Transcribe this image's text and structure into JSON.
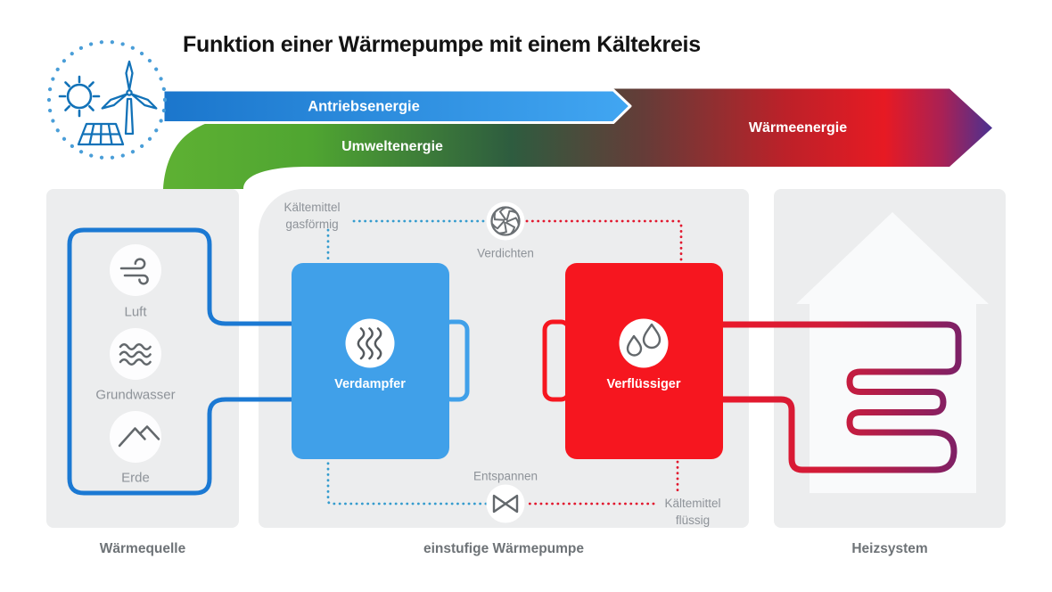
{
  "title": "Funktion einer Wärmepumpe mit einem Kältekreis",
  "badge": {
    "name": "renewable-energy-badge",
    "icons": [
      "sun-icon",
      "wind-turbine-icon",
      "solar-panel-icon"
    ]
  },
  "energy_flows": {
    "drive": "Antriebsenergie",
    "environment": "Umweltenergie",
    "heat": "Wärmeenergie"
  },
  "sections": {
    "source": {
      "caption": "Wärmequelle",
      "items": [
        {
          "label": "Luft",
          "icon": "wind-icon"
        },
        {
          "label": "Grundwasser",
          "icon": "groundwater-waves-icon"
        },
        {
          "label": "Erde",
          "icon": "mountain-icon"
        }
      ]
    },
    "heat_pump": {
      "caption": "einstufige Wärmepumpe",
      "evaporator": "Verdampfer",
      "evaporator_icon": "heat-waves-icon",
      "condenser": "Verflüssiger",
      "condenser_icon": "droplets-icon",
      "compress": "Verdichten",
      "compress_icon": "compressor-icon",
      "expand": "Entspannen",
      "expand_icon": "expansion-valve-icon",
      "refrigerant_gas_line1": "Kältemittel",
      "refrigerant_gas_line2": "gasförmig",
      "refrigerant_liquid_line1": "Kältemittel",
      "refrigerant_liquid_line2": "flüssig"
    },
    "heating": {
      "caption": "Heizsystem",
      "icons": [
        "house-icon",
        "heating-coil-icon"
      ]
    }
  },
  "colors": {
    "panel_gray": "#ECEDEE",
    "bosch_blue_pipe": "#1B79D3",
    "evaporator_blue": "#40A0E9",
    "condenser_red": "#F6161F",
    "band_green": "#5EB133",
    "band_red": "#E71A23",
    "band_purple_tip": "#4A3191",
    "arrow_blue_light": "#41A6F2",
    "dotted_gas_blue": "#359CCE",
    "dotted_liquid_red": "#E2182E",
    "icon_gray": "#63686C",
    "label_gray": "#8E9399",
    "caption_gray": "#6E7377",
    "badge_blue": "#1272B8"
  }
}
